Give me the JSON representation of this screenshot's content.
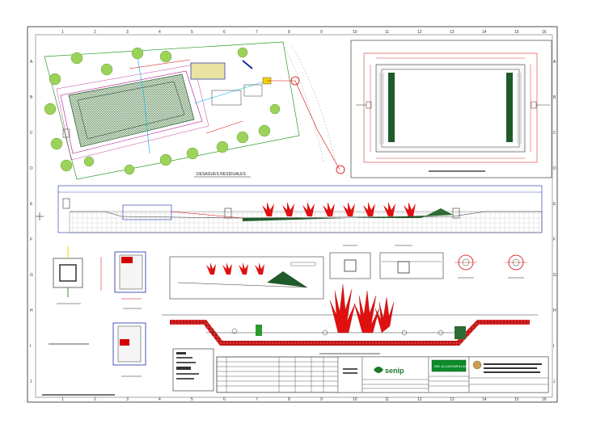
{
  "drawing": {
    "site_plan_title": "DESAGUES RESIDUALES",
    "column_numbers": [
      "1",
      "2",
      "3",
      "4",
      "5",
      "6",
      "7",
      "8",
      "9",
      "10",
      "11",
      "12",
      "13",
      "14",
      "15",
      "16"
    ],
    "row_letters": [
      "A",
      "B",
      "C",
      "D",
      "E",
      "F",
      "G",
      "H",
      "I",
      "J"
    ],
    "title_block": {
      "logo_text": "senip",
      "stamp_text": "DEL ALCANTARILLADO"
    },
    "colors": {
      "frame": "#222222",
      "plant_red": "#e01010",
      "hatch_green": "#1f5a2a",
      "tree_green": "#9bd35a",
      "boundary_magenta": "#b0108a",
      "profile_blue": "#1a2aa8",
      "gravel_red": "#c81a1a",
      "stamp_green": "#0c8a2a",
      "pipe_cyan": "#10b8e8"
    }
  }
}
